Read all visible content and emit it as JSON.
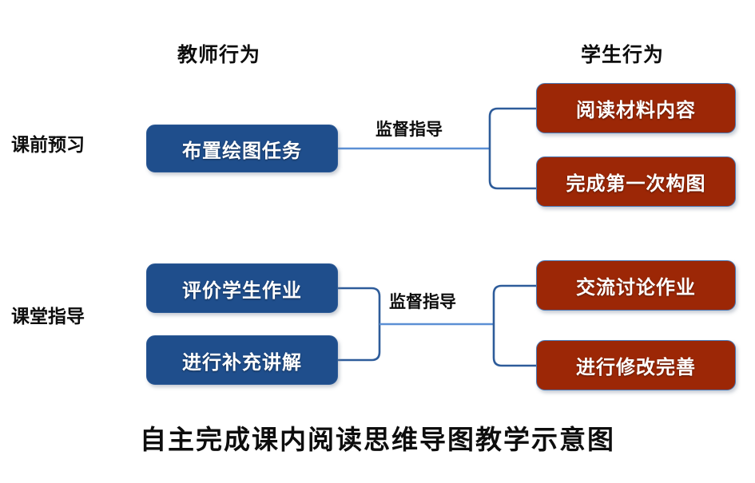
{
  "diagram": {
    "title": "自主完成课内阅读思维导图教学示意图",
    "background_color": "#FFFFFF",
    "columns": [
      {
        "id": "teacher",
        "header": "教师行为"
      },
      {
        "id": "student",
        "header": "学生行为"
      }
    ],
    "colors": {
      "teacher_box_fill": "#1F4E8C",
      "student_box_fill": "#9C2706",
      "student_box_border": "#4A78B4",
      "connector_trunk": "#5B8FD4",
      "connector_bracket": "#2E5C9A",
      "text_on_box": "#FFFFFF",
      "text_body": "#0D0D0D"
    },
    "rows": [
      {
        "id": "pre-class",
        "stage_label": "课前预习",
        "link_label": "监督指导",
        "teacher_nodes": [
          {
            "label": "布置绘图任务"
          }
        ],
        "student_nodes": [
          {
            "label": "阅读材料内容"
          },
          {
            "label": "完成第一次构图"
          }
        ]
      },
      {
        "id": "in-class",
        "stage_label": "课堂指导",
        "link_label": "监督指导",
        "teacher_nodes": [
          {
            "label": "评价学生作业"
          },
          {
            "label": "进行补充讲解"
          }
        ],
        "student_nodes": [
          {
            "label": "交流讨论作业"
          },
          {
            "label": "进行修改完善"
          }
        ]
      }
    ]
  }
}
